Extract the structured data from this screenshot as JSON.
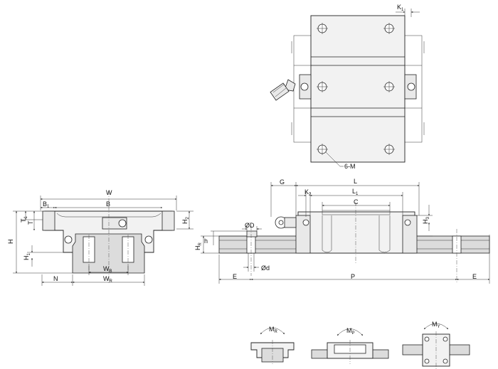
{
  "top_view": {
    "k1": {
      "main": "K",
      "sub": "1"
    },
    "bolt_callout": "6-M"
  },
  "front_view": {
    "W": "W",
    "B1": {
      "main": "B",
      "sub": "1"
    },
    "B": "B",
    "T1": {
      "main": "T",
      "sub": "1"
    },
    "T": "T",
    "H2": {
      "main": "H",
      "sub": "2"
    },
    "H": "H",
    "H1": {
      "main": "H",
      "sub": "1"
    },
    "WB": {
      "main": "W",
      "sub": "B"
    },
    "WR": {
      "main": "W",
      "sub": "R"
    },
    "N": "N"
  },
  "side_view": {
    "G": "G",
    "L": "L",
    "K2": {
      "main": "K",
      "sub": "2"
    },
    "L1": {
      "main": "L",
      "sub": "1"
    },
    "C": "C",
    "H3": {
      "main": "H",
      "sub": "3"
    },
    "phiD": "ØD",
    "h": "h",
    "HR": {
      "main": "H",
      "sub": "R"
    },
    "phid": "Ød",
    "E_left": "E",
    "P": "P",
    "E_right": "E"
  },
  "moments": {
    "MR": {
      "main": "M",
      "sub": "R"
    },
    "MP": {
      "main": "M",
      "sub": "P"
    },
    "MY": {
      "main": "M",
      "sub": "Y"
    }
  }
}
